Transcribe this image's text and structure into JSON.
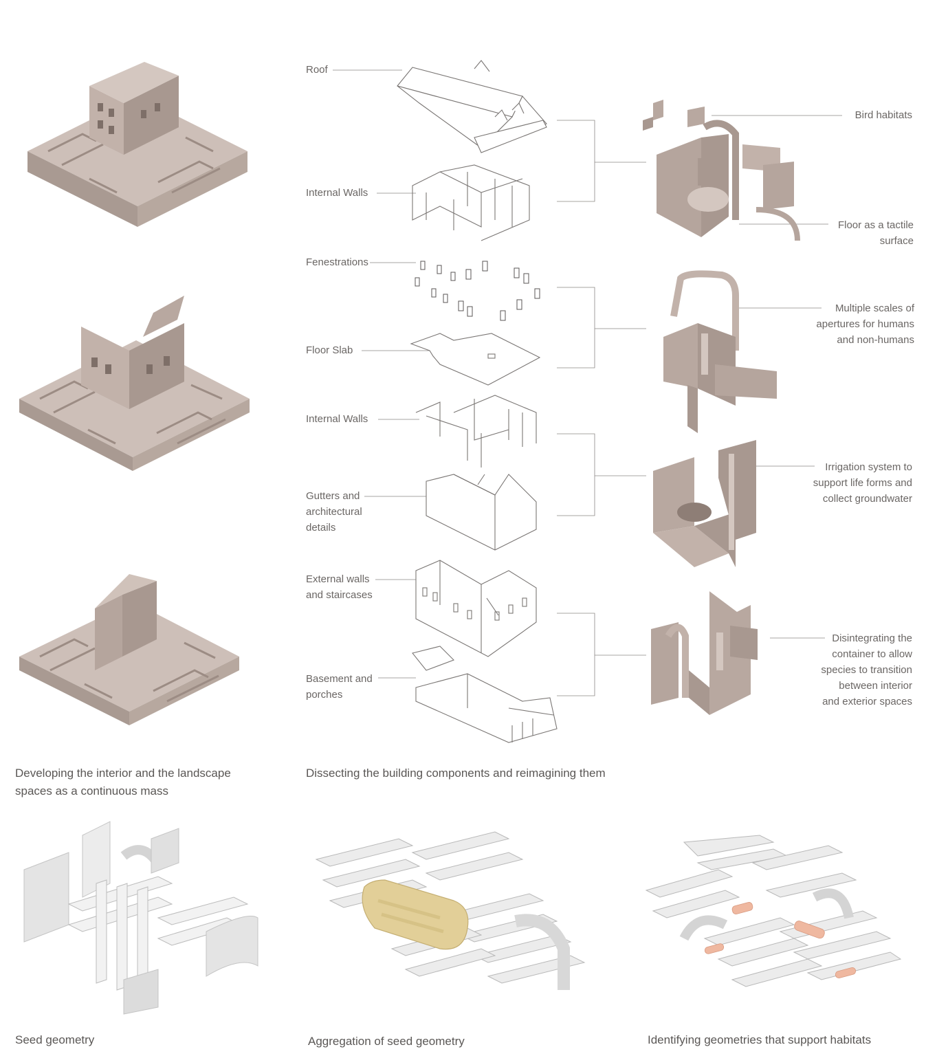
{
  "captions": {
    "col1": [
      "Developing the interior and the landscape",
      "spaces as a continuous mass"
    ],
    "col2": "Dissecting the building components and reimagining them",
    "seed": "Seed geometry",
    "aggregation": "Aggregation of seed geometry",
    "habitats": "Identifying geometries that support habitats"
  },
  "components": {
    "roof": "Roof",
    "internal_walls_1": "Internal Walls",
    "fenestrations": "Fenestrations",
    "floor_slab": "Floor Slab",
    "internal_walls_2": "Internal Walls",
    "gutters": [
      "Gutters and",
      "architectural",
      "details"
    ],
    "external_walls": [
      "External walls",
      "and staircases"
    ],
    "basement": [
      "Basement and",
      "porches"
    ]
  },
  "reimagined": {
    "bird_habitats": "Bird habitats",
    "floor_tactile": [
      "Floor as a tactile",
      "surface"
    ],
    "apertures": [
      "Multiple scales of",
      "apertures for humans",
      "and non-humans"
    ],
    "irrigation": [
      "Irrigation system to",
      "support life forms and",
      "collect groundwater"
    ],
    "disintegrating": [
      "Disintegrating the",
      "container to allow",
      "species to transition",
      "between interior",
      "and exterior spaces"
    ]
  },
  "colors": {
    "mass": "#c9bbb3",
    "mass_dark": "#a89890",
    "line": "#7a7674",
    "seed_grey": "#dcdcdc",
    "yellow_highlight": "#e2cf98",
    "pink_highlight": "#efb8a0"
  }
}
